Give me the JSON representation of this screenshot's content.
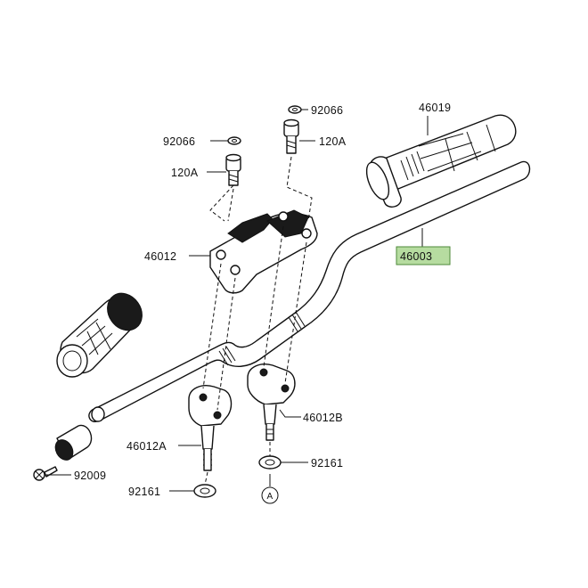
{
  "labels": {
    "p92066_top": "92066",
    "p92066_left": "92066",
    "p120A_right": "120A",
    "p120A_left": "120A",
    "p46019": "46019",
    "p46012": "46012",
    "p46003": "46003",
    "p46012B": "46012B",
    "p46012A": "46012A",
    "p92009": "92009",
    "p92161_right": "92161",
    "p92161_left": "92161",
    "refA": "A"
  },
  "colors": {
    "highlight": "#b6dca0",
    "highlight_border": "#4e8a3a",
    "ink": "#111111"
  }
}
